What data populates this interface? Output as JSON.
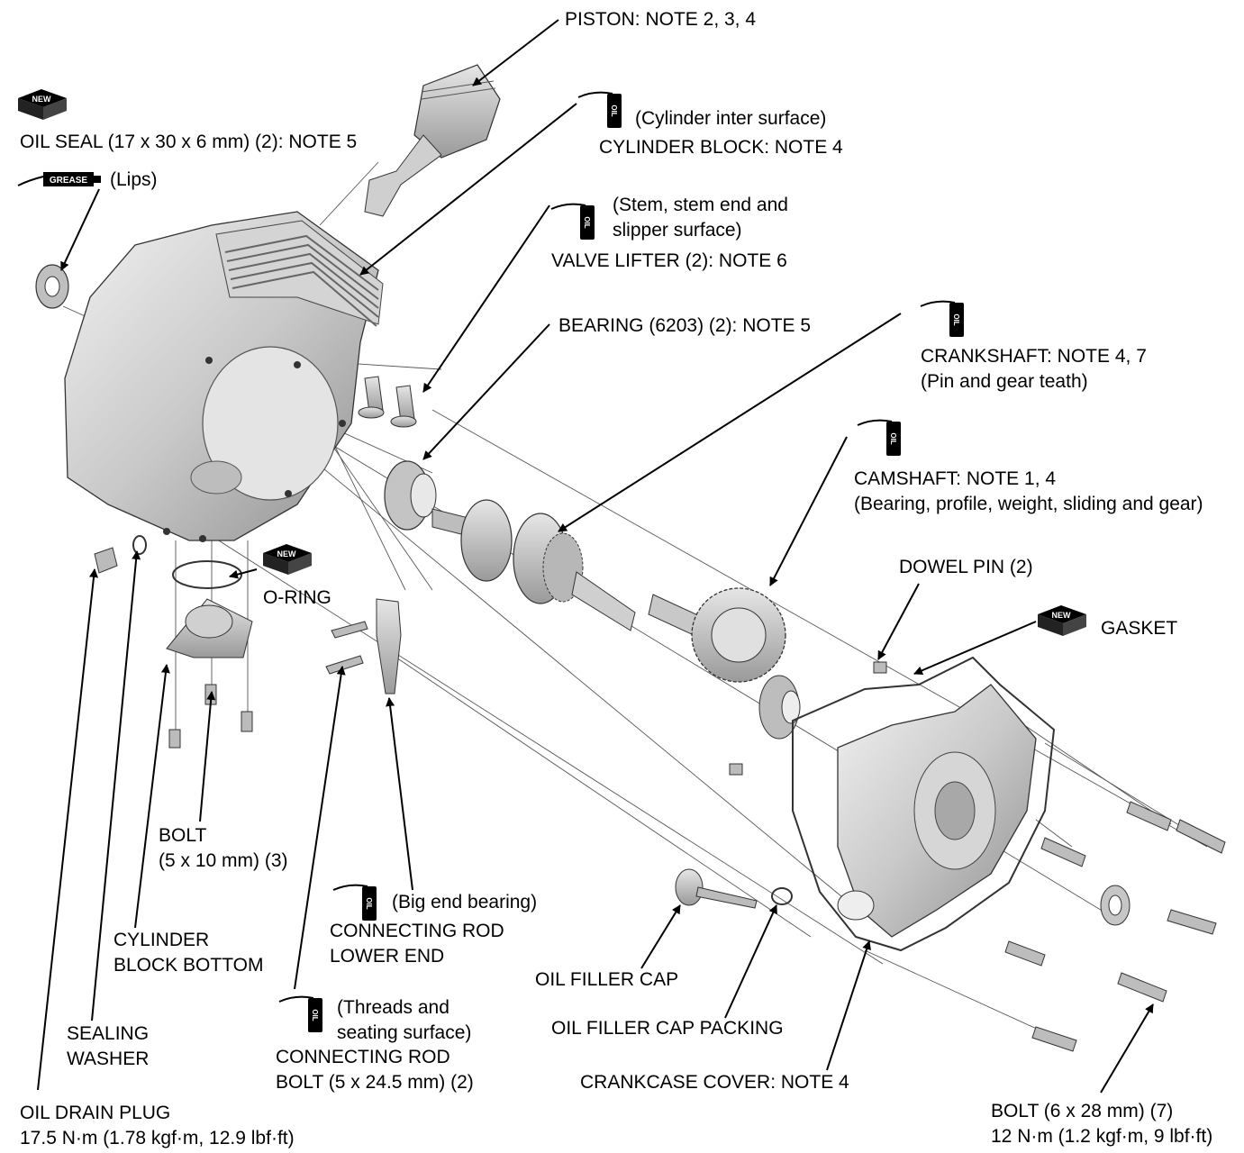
{
  "labels": {
    "piston": "PISTON: NOTE 2, 3, 4",
    "oil_seal": "OIL SEAL (17 x 30 x 6 mm) (2): NOTE 5",
    "lips": "(Lips)",
    "cylinder_inter": "(Cylinder inter surface)",
    "cylinder_block": "CYLINDER BLOCK: NOTE 4",
    "stem_1": "(Stem, stem end and",
    "stem_2": "slipper surface)",
    "valve_lifter": "VALVE LIFTER (2): NOTE 6",
    "bearing": "BEARING (6203) (2): NOTE 5",
    "crankshaft": "CRANKSHAFT: NOTE 4, 7",
    "crankshaft_note": "(Pin and gear teath)",
    "camshaft": "CAMSHAFT: NOTE 1, 4",
    "camshaft_note": "(Bearing, profile, weight, sliding and gear)",
    "dowel_pin": "DOWEL PIN (2)",
    "gasket": "GASKET",
    "o_ring": "O-RING",
    "bolt_5x10_1": "BOLT",
    "bolt_5x10_2": "(5 x 10 mm) (3)",
    "big_end": "(Big end bearing)",
    "conrod_lower_1": "CONNECTING ROD",
    "conrod_lower_2": "LOWER END",
    "cyl_bottom_1": "CYLINDER",
    "cyl_bottom_2": "BLOCK BOTTOM",
    "sealing_washer_1": "SEALING",
    "sealing_washer_2": "WASHER",
    "threads_1": "(Threads and",
    "threads_2": "seating surface)",
    "conrod_bolt_1": "CONNECTING ROD",
    "conrod_bolt_2": "BOLT (5 x 24.5 mm) (2)",
    "oil_filler_cap": "OIL FILLER CAP",
    "oil_filler_packing": "OIL FILLER CAP PACKING",
    "crankcase_cover": "CRANKCASE COVER: NOTE 4",
    "drain_plug_1": "OIL DRAIN PLUG",
    "drain_plug_2": "17.5 N·m (1.78 kgf·m, 12.9 lbf·ft)",
    "bolt_6x28_1": "BOLT (6 x 28 mm) (7)",
    "bolt_6x28_2": "12 N·m (1.2 kgf·m, 9 lbf·ft)"
  },
  "badges": {
    "new": "NEW",
    "oil": "OIL",
    "grease": "GREASE"
  }
}
